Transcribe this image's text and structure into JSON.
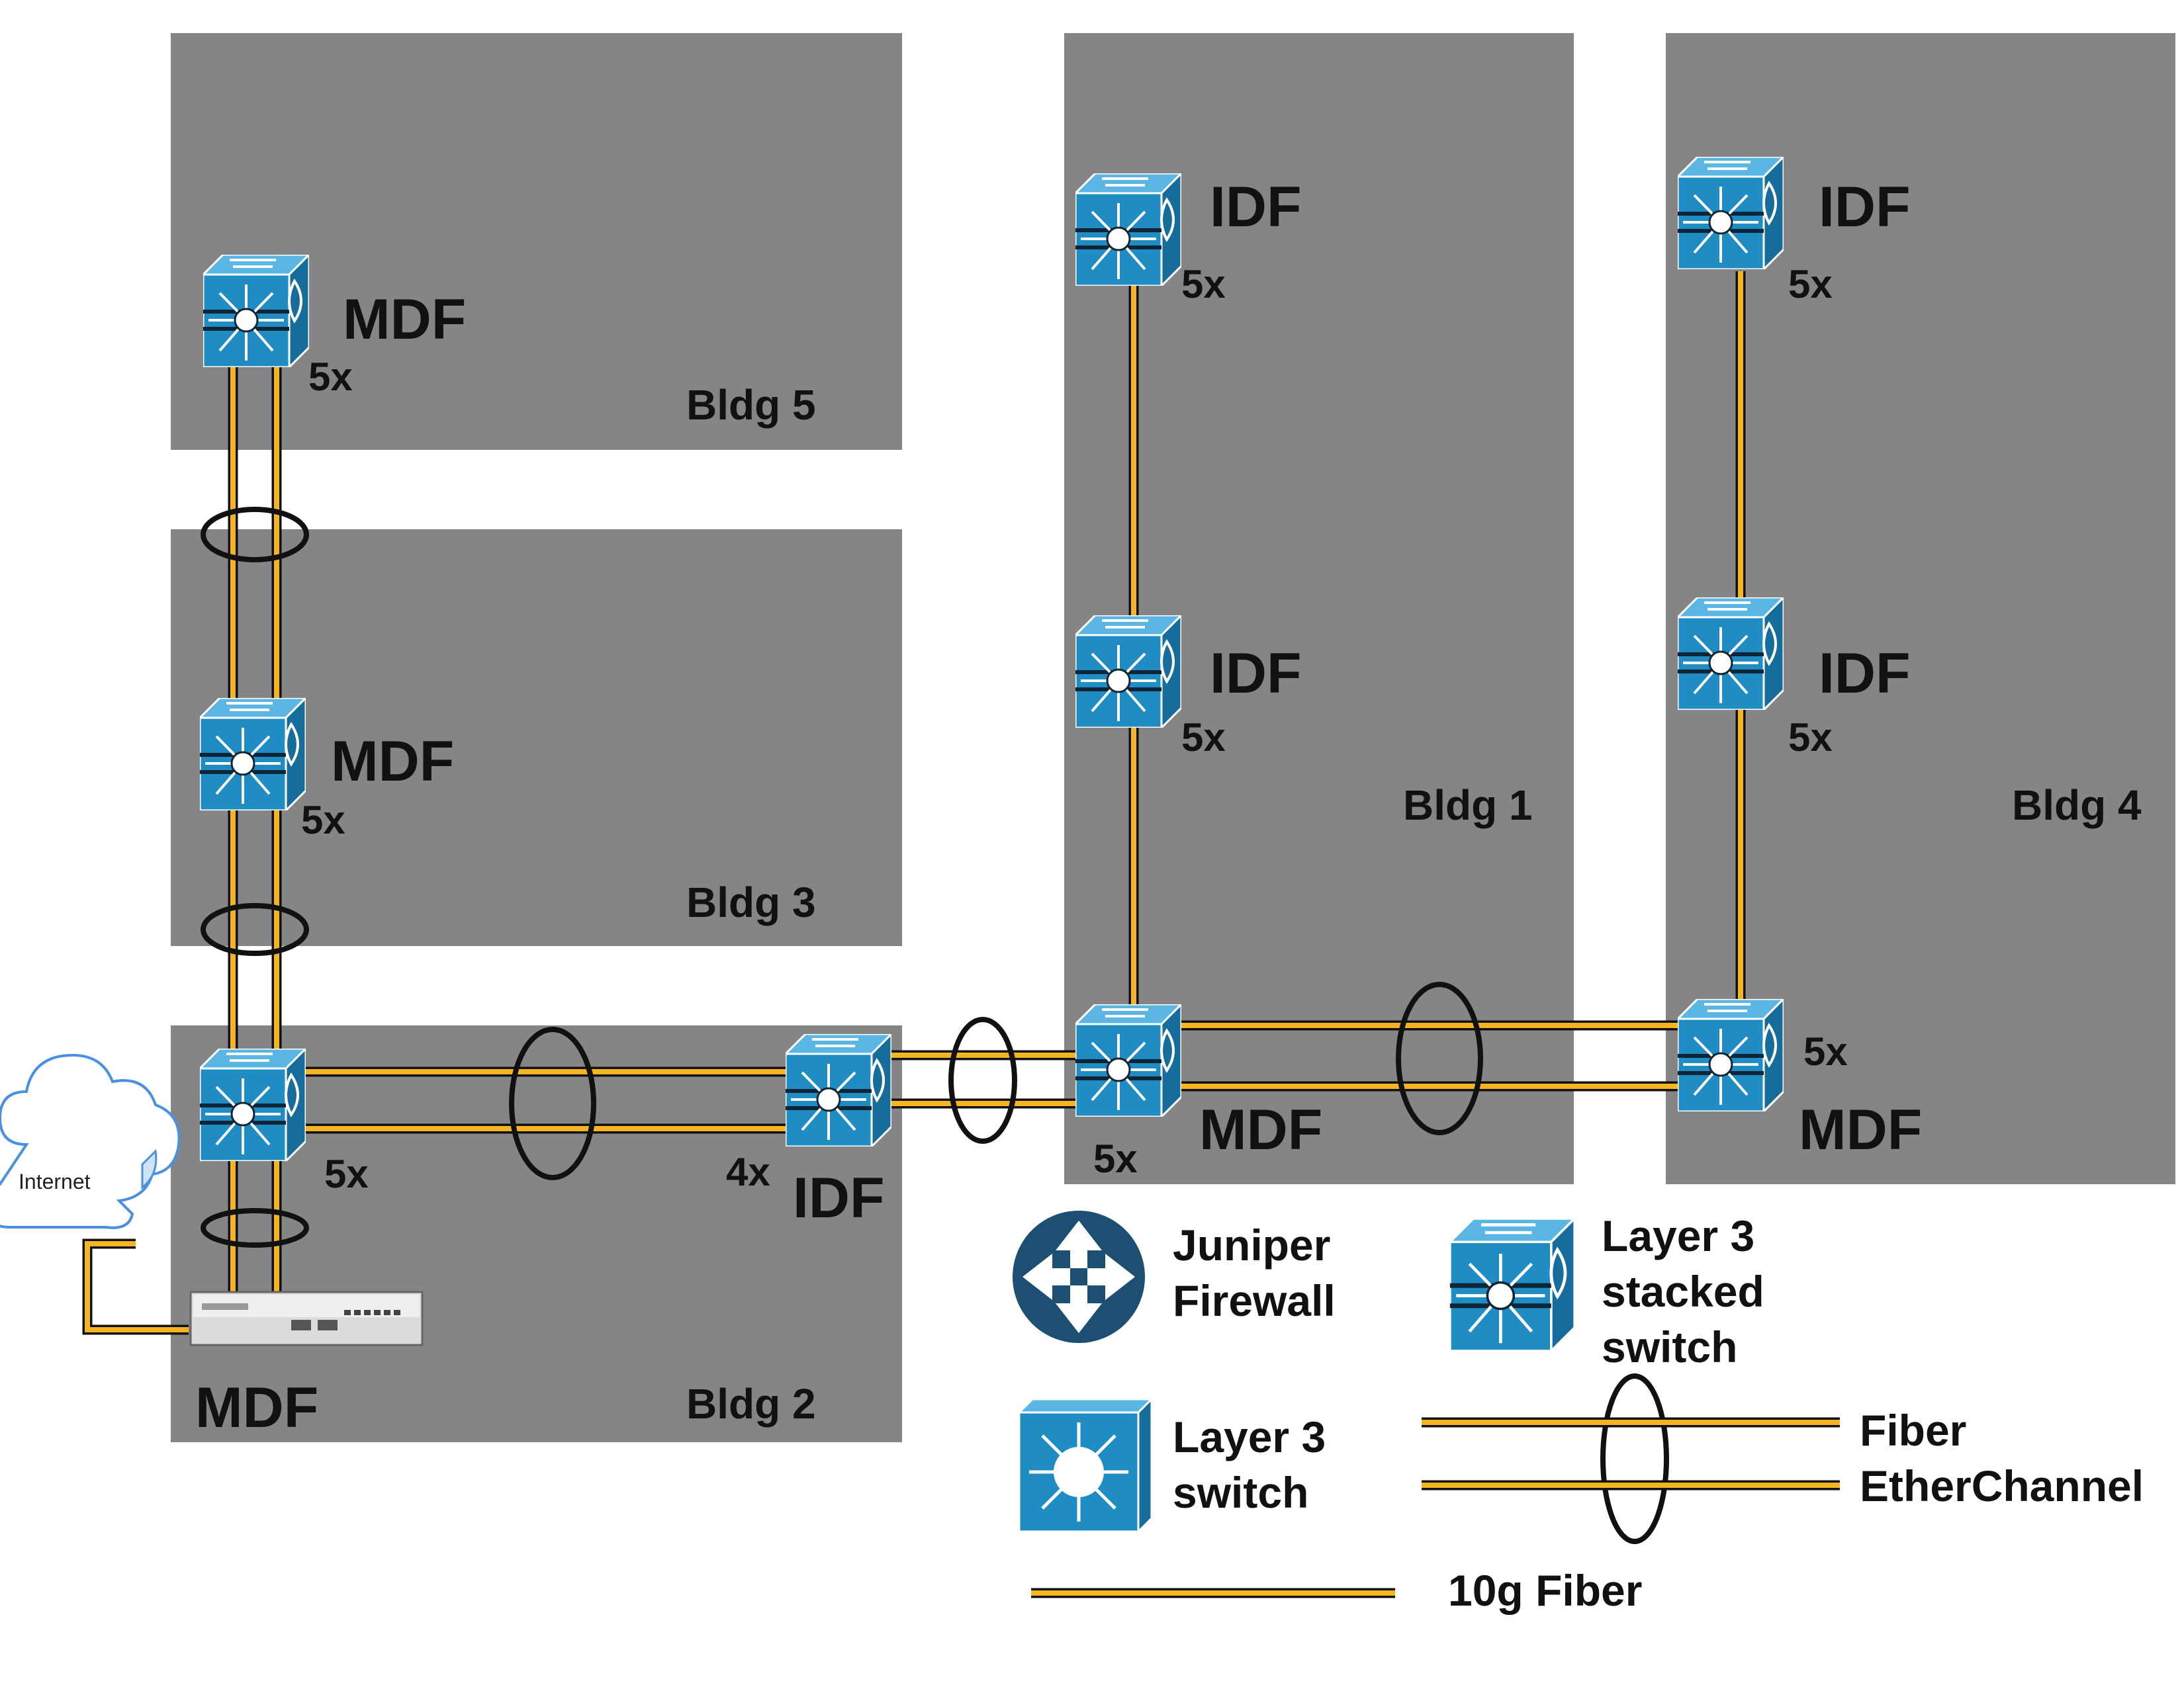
{
  "buildings": {
    "b5": "Bldg 5",
    "b3": "Bldg 3",
    "b2": "Bldg 2",
    "b1": "Bldg 1",
    "b4": "Bldg 4"
  },
  "nodes": {
    "mdf_b5": "MDF",
    "mdf_b3": "MDF",
    "mdf_b2": "MDF",
    "idf_b2": "IDF",
    "idf_b1_top": "IDF",
    "idf_b1_mid": "IDF",
    "mdf_b1": "MDF",
    "idf_b4_top": "IDF",
    "idf_b4_mid": "IDF",
    "mdf_b4": "MDF"
  },
  "stack_counts": {
    "mdf_b5": "5x",
    "mdf_b3": "5x",
    "mdf_b2": "5x",
    "idf_b2": "4x",
    "idf_b1_top": "5x",
    "idf_b1_mid": "5x",
    "mdf_b1": "5x",
    "idf_b4_top": "5x",
    "idf_b4_mid": "5x",
    "mdf_b4": "5x"
  },
  "internet_label": "Internet",
  "legend": {
    "firewall": [
      "Juniper",
      "Firewall"
    ],
    "stacked_switch": [
      "Layer 3",
      "stacked",
      "switch"
    ],
    "l3_switch": [
      "Layer 3",
      "switch"
    ],
    "etherchannel": [
      "Fiber",
      "EtherChannel"
    ],
    "fiber_10g": "10g Fiber"
  },
  "colors": {
    "building_fill": "#858585",
    "switch_blue": "#1f8dc4",
    "fiber_core": "#f5b522",
    "firewall_navy": "#1d4f73"
  }
}
